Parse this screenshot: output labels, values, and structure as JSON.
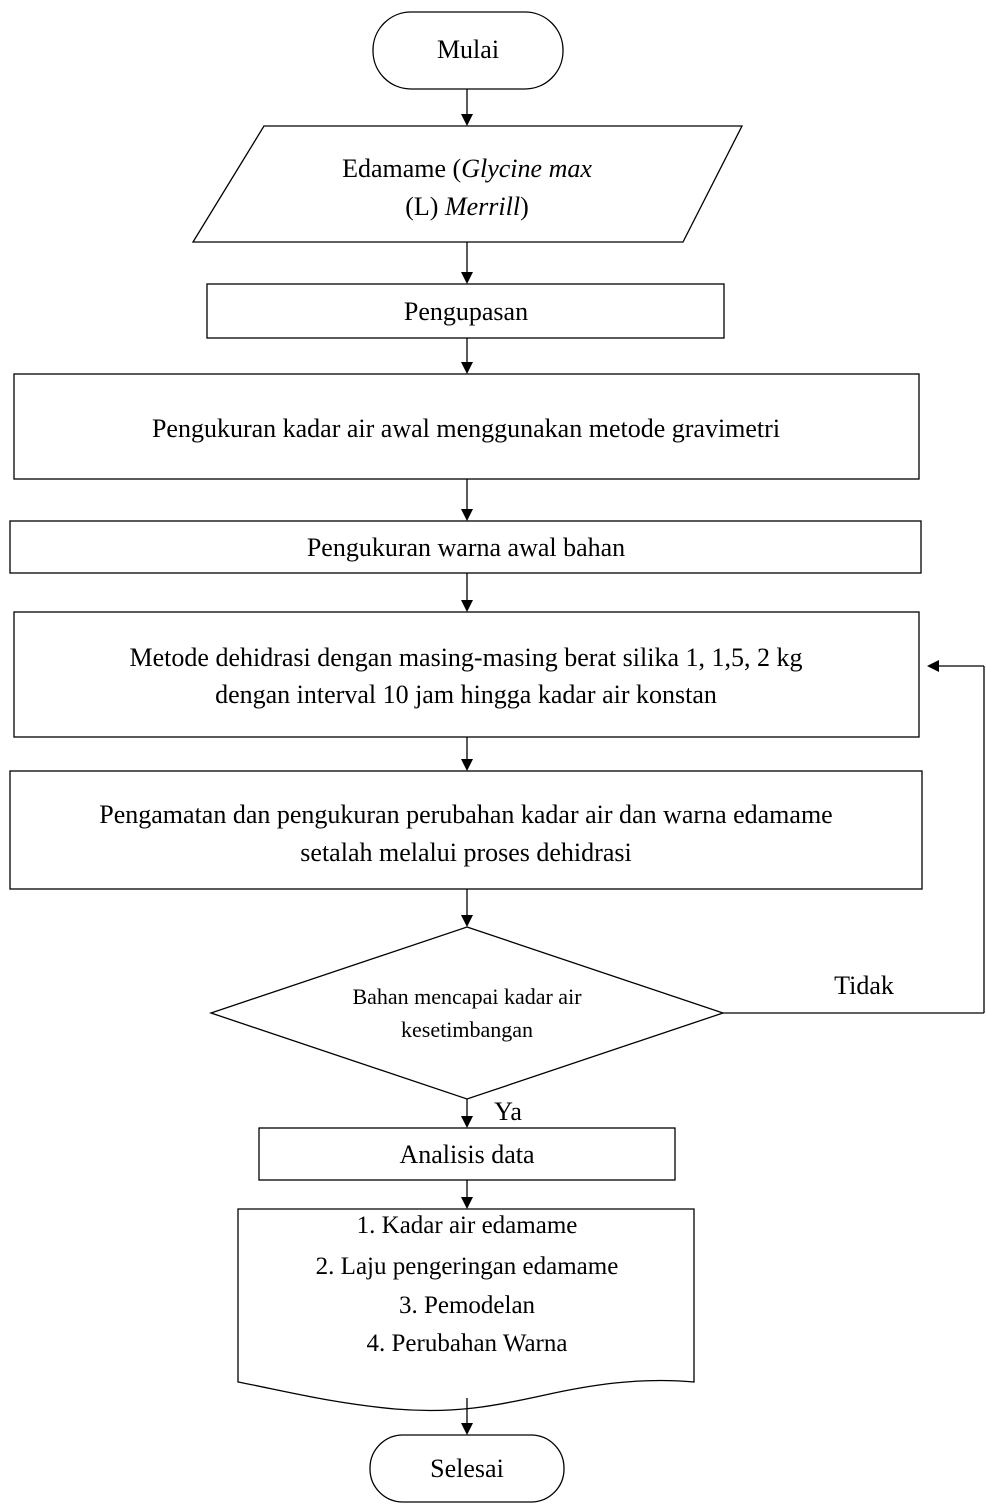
{
  "flowchart": {
    "start": "Mulai",
    "input": {
      "line1_prefix": "Edamame (",
      "line1_italic": "Glycine max",
      "line2_prefix": "(L) ",
      "line2_italic": "Merrill",
      "line2_suffix": ")"
    },
    "step_peeling": "Pengupasan",
    "step_initial_moisture": "Pengukuran kadar air awal menggunakan metode gravimetri",
    "step_initial_color": "Pengukuran warna awal bahan",
    "step_dehydration": {
      "line1": "Metode dehidrasi dengan masing-masing berat silika 1, 1,5, 2 kg",
      "line2": "dengan interval 10 jam hingga kadar air konstan"
    },
    "step_observation": {
      "line1": "Pengamatan dan pengukuran perubahan kadar air dan warna edamame",
      "line2": "setalah melalui proses dehidrasi"
    },
    "decision": {
      "line1": "Bahan mencapai kadar air",
      "line2": "kesetimbangan",
      "no_label": "Tidak",
      "yes_label": "Ya"
    },
    "step_analysis": "Analisis data",
    "outputs": [
      "1. Kadar air edamame",
      "2. Laju pengeringan edamame",
      "3. Pemodelan",
      "4. Perubahan Warna"
    ],
    "end": "Selesai"
  }
}
